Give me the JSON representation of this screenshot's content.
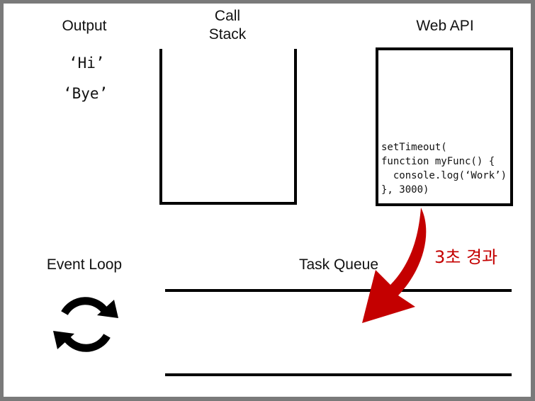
{
  "output": {
    "title": "Output",
    "lines": [
      "‘Hi’",
      "‘Bye’"
    ]
  },
  "call_stack": {
    "title_line1": "Call",
    "title_line2": "Stack"
  },
  "web_api": {
    "title": "Web API",
    "code_lines": [
      "setTimeout(",
      "function myFunc() {",
      "  console.log(‘Work’)",
      "}, 3000)"
    ]
  },
  "event_loop": {
    "title": "Event Loop",
    "icon": "refresh-icon"
  },
  "task_queue": {
    "title": "Task Queue"
  },
  "arrow": {
    "label": "3초 경과",
    "color": "#c40000"
  }
}
